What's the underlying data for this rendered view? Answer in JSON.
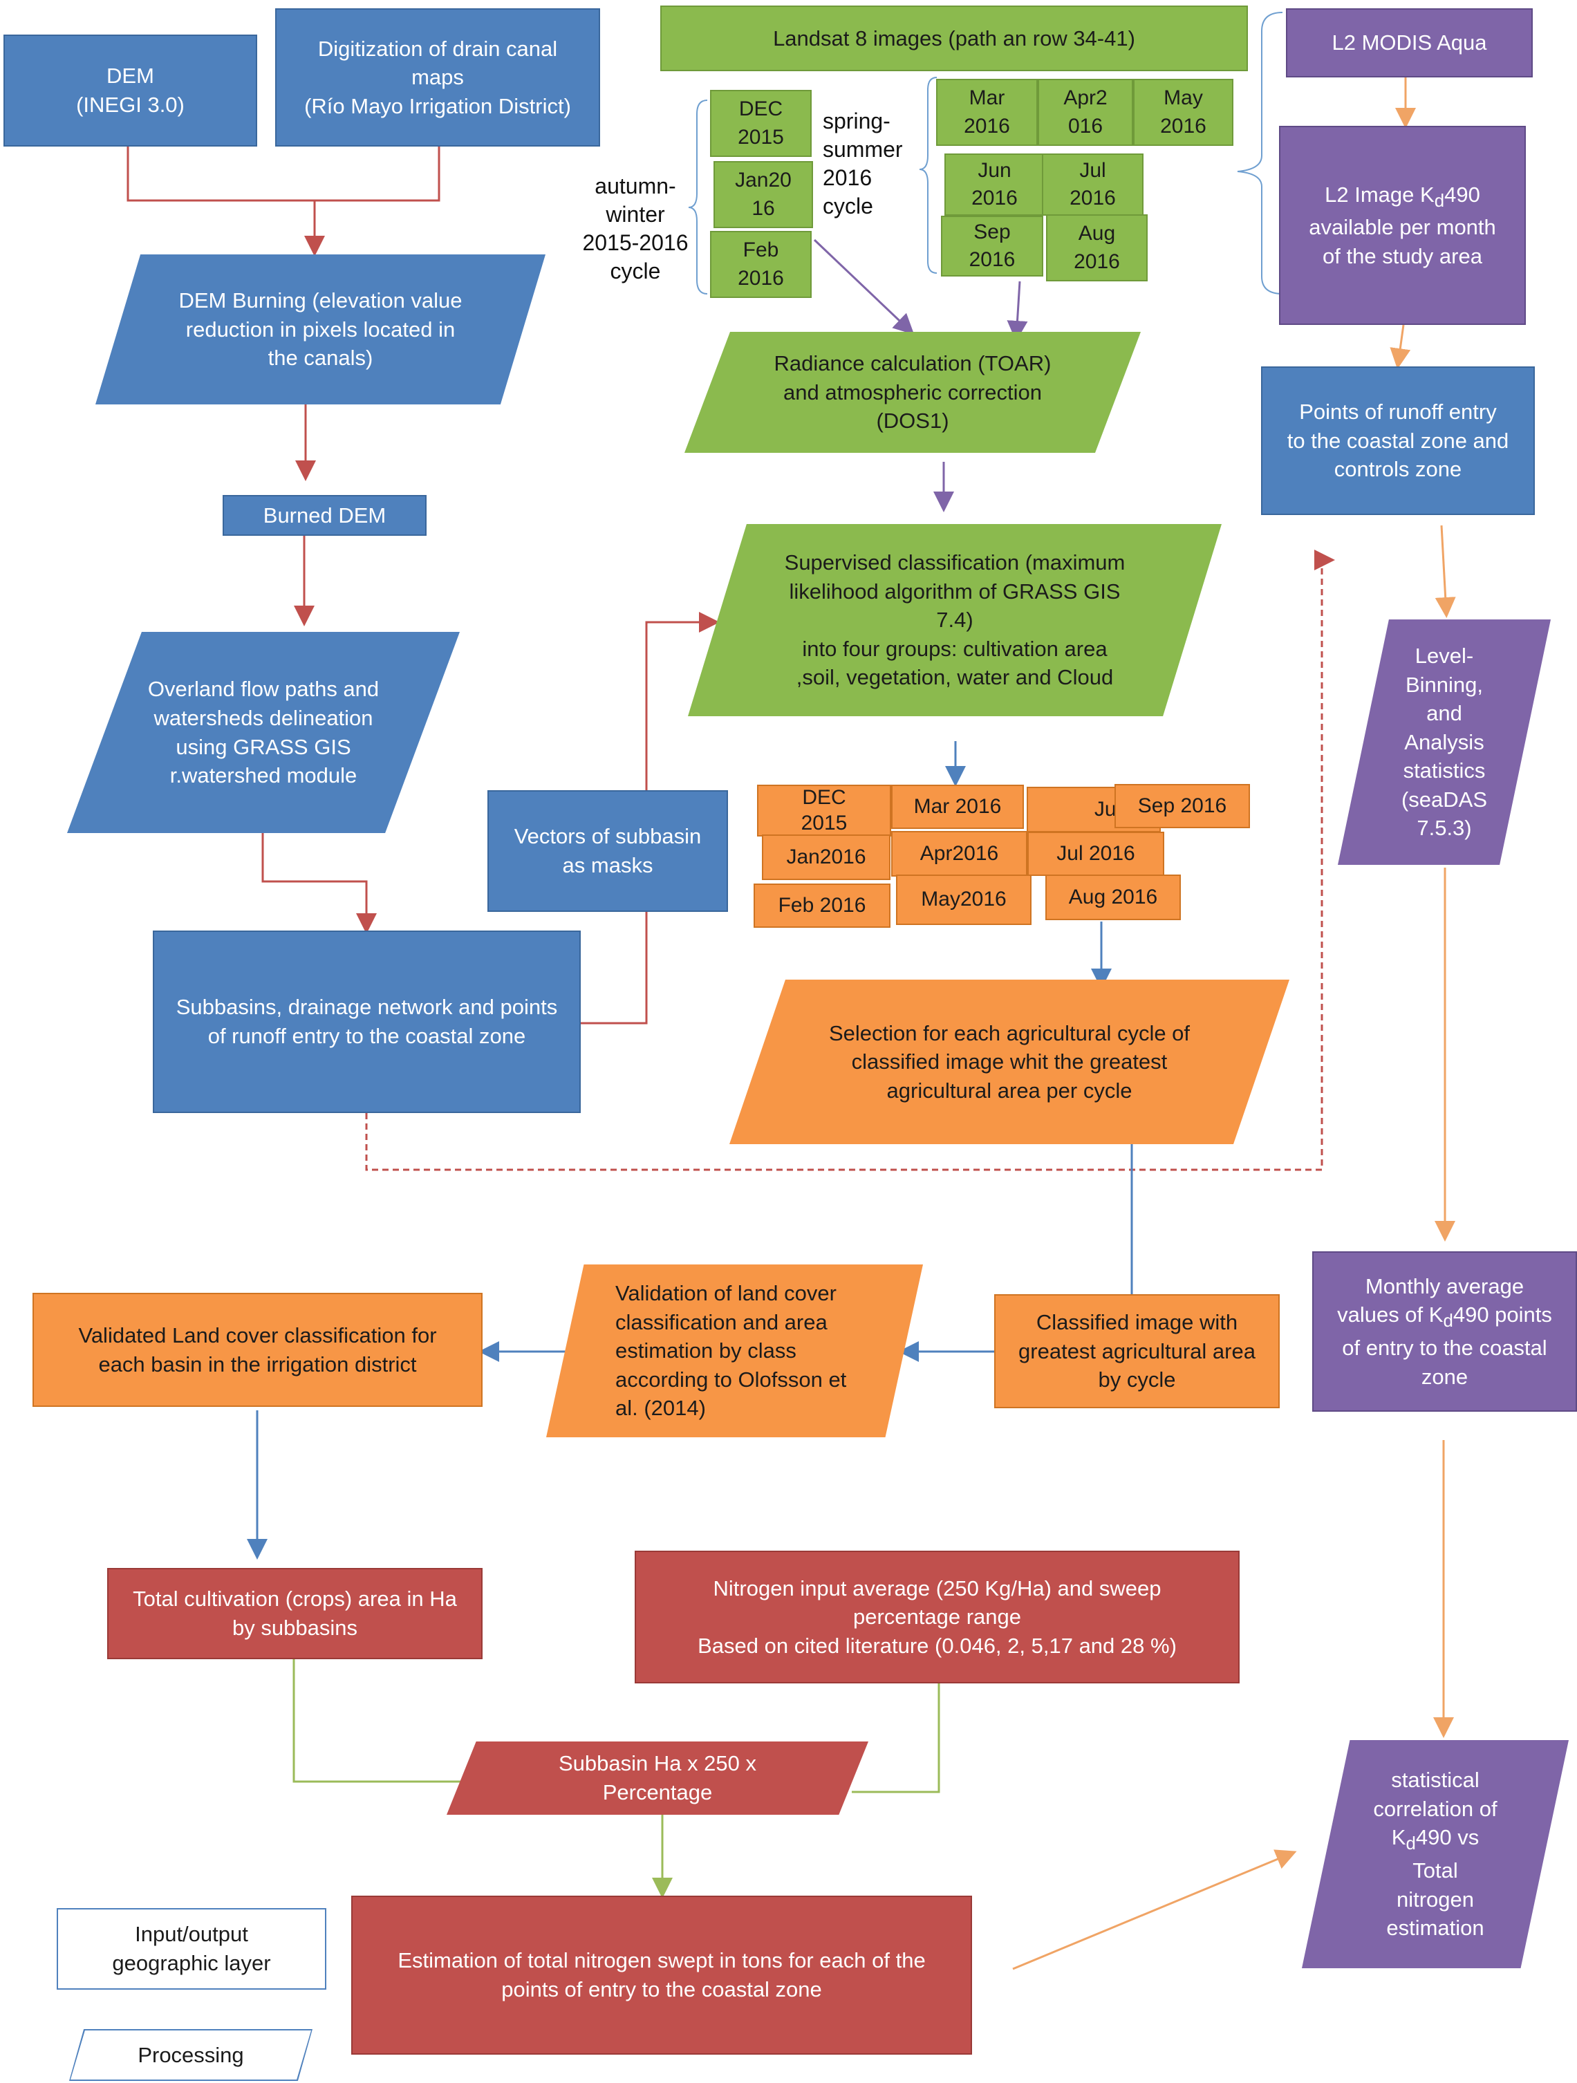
{
  "legend": {
    "io_label": "Input/output\ngeographic layer",
    "processing_label": "Processing"
  },
  "nodes": {
    "dem": "DEM\n(INEGI 3.0)",
    "digitization": "Digitization of drain canal\nmaps\n(Río Mayo Irrigation District)",
    "dem_burning": "DEM Burning  (elevation value\nreduction in pixels located in\nthe canals)",
    "burned_dem": "Burned DEM",
    "overland": "Overland flow paths and\nwatersheds delineation\nusing GRASS GIS\nr.watershed module",
    "vectors": "Vectors of subbasin\nas masks",
    "subbasins": "Subbasins, drainage network and points\nof runoff entry to the coastal zone",
    "landsat": "Landsat 8 images (path an row 34-41)",
    "radiance": "Radiance  calculation (TOAR)\nand atmospheric  correction\n(DOS1)",
    "supervised": "Supervised classification (maximum\nlikelihood algorithm of GRASS GIS\n7.4)\ninto four groups: cultivation area\n,soil, vegetation, water  and Cloud",
    "selection": "Selection for each agricultural cycle of\nclassified image whit  the greatest\nagricultural area per cycle",
    "classified": "Classified image with\ngreatest agricultural area\nby cycle",
    "validation": "Validation of land cover\nclassification and area\nestimation by class\naccording to Olofsson et\nal. (2014)",
    "validated": "Validated Land cover classification for\neach basin in the irrigation district",
    "total_cult": "Total cultivation (crops) area in Ha\nby subbasins",
    "nitrogen_input": "Nitrogen input average (250 Kg/Ha) and sweep\npercentage range\nBased on cited literature (0.046, 2, 5,17 and 28 %)",
    "subbasin_ha": "Subbasin Ha x 250  x\nPercentage",
    "estimation": "Estimation of total nitrogen swept in tons for each of the\npoints of entry to the coastal zone",
    "modis": "L2 MODIS Aqua",
    "l2_image": "available per month\nof the study area",
    "points_runoff": "Points of runoff entry\nto the coastal zone and\ncontrols zone",
    "level_binning": "Level-\nBinning,\nand\nAnalysis\nstatistics\n(seaDAS\n7.5.3)",
    "correlation_post": "490 vs\nTotal\nnitrogen\nestimation"
  },
  "kd": {
    "K": "K",
    "d": "d"
  },
  "l2_image_prefix": "L2 Image ",
  "l2_image_suffix": "490",
  "monthly_line1": "Monthly average",
  "monthly_line2_pre": "values  of ",
  "monthly_line2_post": "490 points",
  "monthly_line3": "of entry to the coastal\nzone",
  "correlation_pre": "statistical\ncorrelation of",
  "cycles": {
    "autumn": "autumn-\nwinter\n2015-2016\ncycle",
    "spring": "spring-\nsummer\n2016\ncycle"
  },
  "months_green": {
    "dec": "DEC\n2015",
    "jan": "Jan20\n16",
    "feb": "Feb\n2016",
    "mar": "Mar\n2016",
    "apr": "Apr2\n016",
    "may": "May\n2016",
    "jun": "Jun\n2016",
    "jul": "Jul\n2016",
    "sep": "Sep\n2016",
    "aug": "Aug\n2016"
  },
  "months_orange": {
    "dec": "DEC\n2015",
    "mar": "Mar 2016",
    "jun": "Jun 20",
    "sep": "Sep 2016",
    "jan": "Jan2016",
    "apr": "Apr2016",
    "jul": "Jul 2016",
    "feb": "Feb 2016",
    "may": "May2016",
    "aug": "Aug 2016"
  },
  "colors": {
    "blue": "#4f81bd",
    "green": "#8bba4e",
    "orange": "#f79646",
    "purple": "#7f65a8",
    "red": "#c0504d",
    "edge_red": "#c0504d",
    "edge_purple": "#7f65a8",
    "edge_blue": "#4f81bd",
    "edge_orange": "#f0a465",
    "edge_greenline": "#9bbb59"
  }
}
